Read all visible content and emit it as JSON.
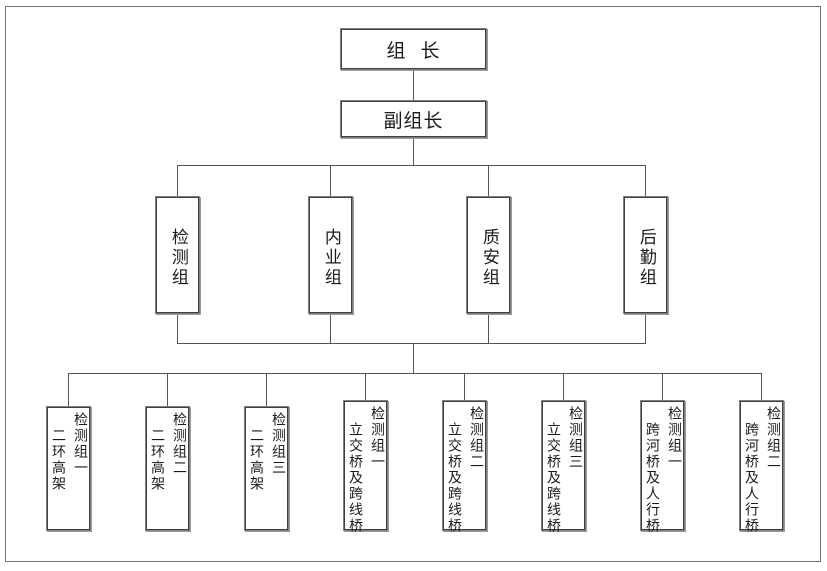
{
  "diagram": {
    "title_chart_type": "organization-chart",
    "level1": [
      {
        "label": "组  长"
      },
      {
        "label": "副组长"
      }
    ],
    "level2": [
      {
        "label": "检测组"
      },
      {
        "label": "内业组"
      },
      {
        "label": "质安组"
      },
      {
        "label": "后勤组"
      }
    ],
    "level3": [
      {
        "group": "检测组一",
        "scope": "二环高架"
      },
      {
        "group": "检测组二",
        "scope": "二环高架"
      },
      {
        "group": "检测组三",
        "scope": "二环高架"
      },
      {
        "group": "检测组一",
        "scope": "立交桥及跨线桥"
      },
      {
        "group": "检测组二",
        "scope": "立交桥及跨线桥"
      },
      {
        "group": "检测组三",
        "scope": "立交桥及跨线桥"
      },
      {
        "group": "检测组一",
        "scope": "跨河桥及人行桥"
      },
      {
        "group": "检测组二",
        "scope": "跨河桥及人行桥"
      }
    ],
    "colors": {
      "frame": "#6f6f72",
      "box_border": "#3f3f42",
      "box_shadow": "#9a9a9e",
      "connector": "#545457",
      "text": "#1a1a1a",
      "background": "#ffffff"
    }
  }
}
